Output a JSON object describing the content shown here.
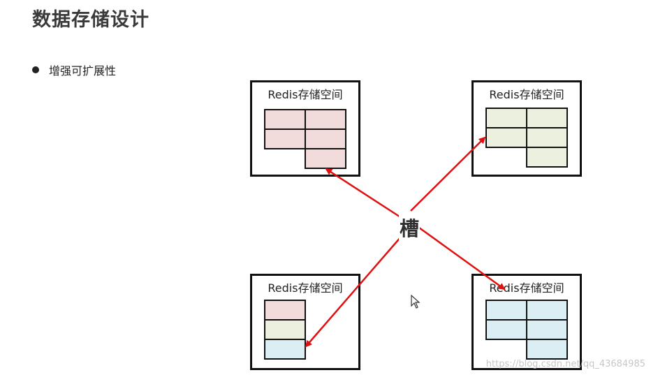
{
  "title": "数据存储设计",
  "bullet": "增强可扩展性",
  "box_label": "Redis存储空间",
  "slot_label": "槽",
  "watermark": "https://blog.csdn.net/qq_43684985",
  "colors": {
    "pink": "#f2dcdb",
    "green": "#ebf1de",
    "blue": "#dbeef3",
    "arrow": "#e01010"
  },
  "boxes": [
    {
      "id": "top-left",
      "fill": "pink"
    },
    {
      "id": "top-right",
      "fill": "green"
    },
    {
      "id": "bottom-left",
      "fill": "mixed"
    },
    {
      "id": "bottom-right",
      "fill": "blue"
    }
  ]
}
